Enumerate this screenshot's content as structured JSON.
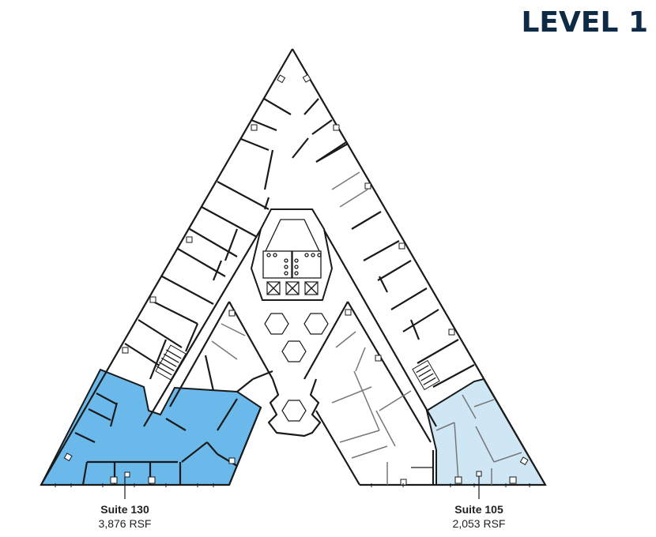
{
  "header": {
    "title": "LEVEL 1"
  },
  "suites": [
    {
      "id": "suite-130",
      "name": "Suite 130",
      "area": "3,876 RSF",
      "color": "#6bb8ea",
      "status": "highlighted"
    },
    {
      "id": "suite-105",
      "name": "Suite 105",
      "area": "2,053 RSF",
      "color": "#cfe6f5",
      "status": "highlighted"
    }
  ],
  "colors": {
    "title": "#0f2a44",
    "walls": "#1a1a1a",
    "secondary_walls": "#777777",
    "suite_130_fill": "#6bb8ea",
    "suite_105_fill": "#cfe6f5",
    "background": "#ffffff"
  },
  "core": {
    "elevators": 3,
    "atrium_hexagons": 4
  }
}
